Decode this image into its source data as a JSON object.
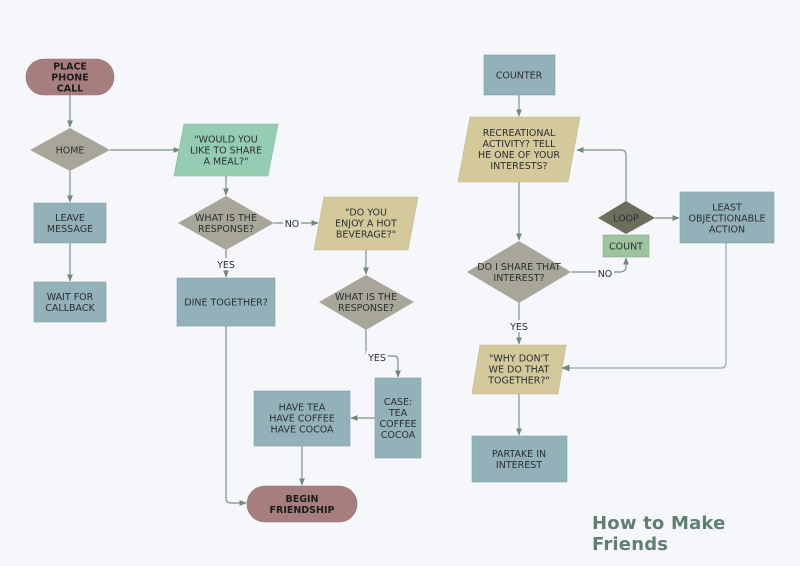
{
  "title": "How to Make Friends",
  "colors": {
    "background": "#f6f7fb",
    "terminal": "#a77e7e",
    "process": "#93b1b8",
    "decision": "#a8a698",
    "loop_decision": "#6c6e5c",
    "io_green": "#95cdb3",
    "io_tan": "#d3c99b",
    "count": "#9fc29f",
    "connector": "#7c9384",
    "title": "#5f7f72"
  },
  "nodes": {
    "place_call": {
      "type": "terminal",
      "lines": [
        "PLACE",
        "PHONE",
        "CALL"
      ]
    },
    "home": {
      "type": "decision",
      "lines": [
        "HOME"
      ]
    },
    "leave_message": {
      "type": "process",
      "lines": [
        "LEAVE",
        "MESSAGE"
      ]
    },
    "wait_callback": {
      "type": "process",
      "lines": [
        "WAIT FOR",
        "CALLBACK"
      ]
    },
    "share_meal": {
      "type": "io",
      "lines": [
        "\"WOULD YOU",
        "LIKE TO SHARE",
        "A MEAL?\""
      ]
    },
    "response1": {
      "type": "decision",
      "lines": [
        "WHAT IS THE",
        "RESPONSE?"
      ]
    },
    "dine_together": {
      "type": "process",
      "lines": [
        "DINE TOGETHER?"
      ]
    },
    "hot_beverage": {
      "type": "io",
      "lines": [
        "\"DO YOU",
        "ENJOY A HOT",
        "BEVERAGE?\""
      ]
    },
    "response2": {
      "type": "decision",
      "lines": [
        "WHAT IS THE",
        "RESPONSE?"
      ]
    },
    "case_box": {
      "type": "process",
      "lines": [
        "CASE:",
        "TEA",
        "COFFEE",
        "COCOA"
      ]
    },
    "have_drinks": {
      "type": "process",
      "lines": [
        "HAVE TEA",
        "HAVE COFFEE",
        "HAVE COCOA"
      ]
    },
    "begin_friendship": {
      "type": "terminal",
      "lines": [
        "BEGIN",
        "FRIENDSHIP"
      ]
    },
    "counter": {
      "type": "process",
      "lines": [
        "COUNTER"
      ]
    },
    "recreational": {
      "type": "io",
      "lines": [
        "RECREATIONAL",
        "ACTIVITY? TELL",
        "HE ONE OF YOUR",
        "INTERESTS?"
      ]
    },
    "share_interest": {
      "type": "decision",
      "lines": [
        "DO I SHARE THAT",
        "INTEREST?"
      ]
    },
    "loop": {
      "type": "loop",
      "lines": [
        "LOOP"
      ]
    },
    "count": {
      "type": "count",
      "lines": [
        "COUNT"
      ]
    },
    "least_objectionable": {
      "type": "process",
      "lines": [
        "LEAST",
        "OBJECTIONABLE",
        "ACTION"
      ]
    },
    "why_dont": {
      "type": "io",
      "lines": [
        "\"WHY DON'T",
        "WE DO THAT",
        "TOGETHER?\""
      ]
    },
    "partake": {
      "type": "process",
      "lines": [
        "PARTAKE IN",
        "INTEREST"
      ]
    }
  },
  "edge_labels": {
    "response1_no": "NO",
    "response1_yes": "YES",
    "response2_yes": "YES",
    "share_interest_no": "NO",
    "share_interest_yes": "YES"
  }
}
